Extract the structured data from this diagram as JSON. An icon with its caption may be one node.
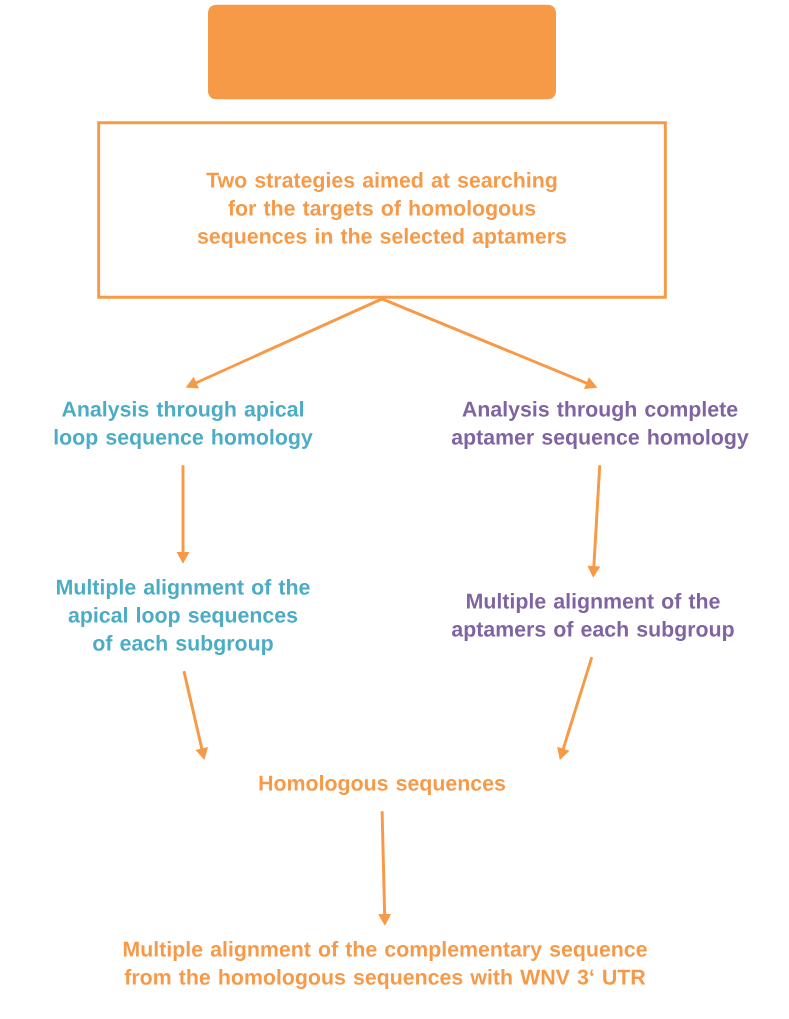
{
  "diagram": {
    "nodes": [
      {
        "text": [],
        "shape": "box"
      },
      {
        "text": [
          "Two strategies aimed at searching for the targets of homologous sequences in the selected aptamers"
        ]
      },
      {
        "text": [
          "Analysis through apical loop sequence homology"
        ]
      },
      {
        "text": [
          "Analysis through complete aptamer sequence homology"
        ]
      },
      {
        "text": [
          "Multiple alignment of the apical loop sequences of each subgroup"
        ]
      },
      {
        "text": [
          "Multiple alignment of the aptamers of each subgroup"
        ]
      },
      {
        "text": [
          "Homologous sequences"
        ]
      },
      {
        "text": [
          "Multiple alignment of the complementary sequence from the homologous sequences with WNV 3‘ UTR"
        ]
      }
    ],
    "edges": [
      {
        "from": 1,
        "to": 2,
        "arrow": "to"
      },
      {
        "from": 1,
        "to": 3,
        "arrow": "to"
      },
      {
        "from": 2,
        "to": 4,
        "arrow": "to"
      },
      {
        "from": 3,
        "to": 5,
        "arrow": "to"
      },
      {
        "from": 4,
        "to": 6,
        "arrow": "to"
      },
      {
        "from": 5,
        "to": 6,
        "arrow": "to"
      },
      {
        "from": 6,
        "to": 7,
        "arrow": "to"
      }
    ]
  }
}
